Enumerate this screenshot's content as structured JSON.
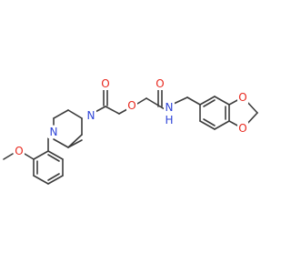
{
  "structure": {
    "atoms": {
      "o_ketone": {
        "label": "O",
        "color": "#e8281e"
      },
      "o_ether_link": {
        "label": "O",
        "color": "#e8281e"
      },
      "o_amide": {
        "label": "O",
        "color": "#e8281e"
      },
      "n_amide": {
        "label": "N",
        "color": "#2f45d8"
      },
      "h_amide": {
        "label": "H",
        "color": "#2f45d8"
      },
      "n_pip_top": {
        "label": "N",
        "color": "#2f45d8"
      },
      "n_pip_bottom": {
        "label": "N",
        "color": "#2f45d8"
      },
      "o_methoxy": {
        "label": "O",
        "color": "#e8281e"
      },
      "o_dioxole_top": {
        "label": "O",
        "color": "#e8281e"
      },
      "o_dioxole_bottom": {
        "label": "O",
        "color": "#e8281e"
      }
    },
    "colors": {
      "carbon_bond": "#3c3c3c",
      "oxygen": "#e8281e",
      "nitrogen": "#2f45d8",
      "background": "#ffffff"
    }
  }
}
